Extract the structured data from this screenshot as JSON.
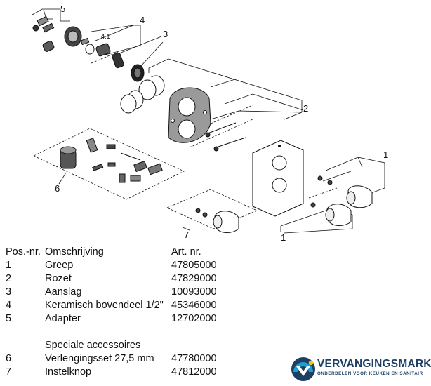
{
  "callouts": {
    "c5": "5",
    "c4": "4",
    "c41": "4.1",
    "c3": "3",
    "c2": "2",
    "c1a": "1",
    "c6": "6",
    "c7": "7",
    "c1b": "1"
  },
  "table": {
    "header": {
      "pos": "Pos.-nr.",
      "desc": "Omschrijving",
      "art": "Art. nr."
    },
    "rows": [
      {
        "pos": "1",
        "desc": "Greep",
        "art": "47805000"
      },
      {
        "pos": "2",
        "desc": "Rozet",
        "art": "47829000"
      },
      {
        "pos": "3",
        "desc": "Aanslag",
        "art": "10093000"
      },
      {
        "pos": "4",
        "desc": "Keramisch bovendeel 1/2\"",
        "art": "45346000"
      },
      {
        "pos": "5",
        "desc": "Adapter",
        "art": "12702000"
      }
    ],
    "section": "Speciale accessoires",
    "accessories": [
      {
        "pos": "6",
        "desc": "Verlengingsset 27,5 mm",
        "art": "47780000"
      },
      {
        "pos": "7",
        "desc": "Instelknop",
        "art": "47812000"
      }
    ]
  },
  "logo": {
    "brand": "VERVANGINGSMARKT",
    "tagline": "ONDERDELEN VOOR KEUKEN EN SANITAIR"
  },
  "colors": {
    "brand_navy": "#1c3f63",
    "brand_cyan": "#1a9fd6",
    "brand_yellow": "#f2c318"
  }
}
